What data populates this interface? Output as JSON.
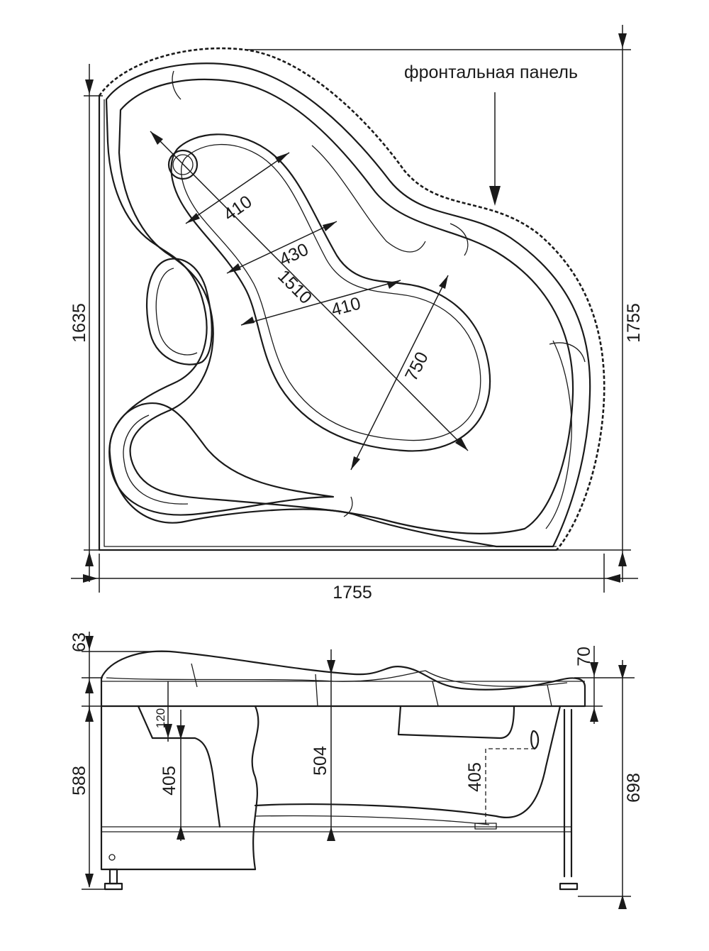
{
  "top_view": {
    "annotation": "фронтальная панель",
    "width_bottom": "1755",
    "height_left": "1635",
    "height_right": "1755",
    "inner_dims": {
      "d1": "410",
      "d2": "430",
      "d3": "1510",
      "d4": "410",
      "d5": "750"
    }
  },
  "side_view": {
    "rim_top": "63",
    "rim_right": "70",
    "height_left": "588",
    "height_right": "698",
    "seat_depth": "120",
    "seat_height": "405",
    "inner_depth": "504",
    "bottom_height": "405"
  }
}
